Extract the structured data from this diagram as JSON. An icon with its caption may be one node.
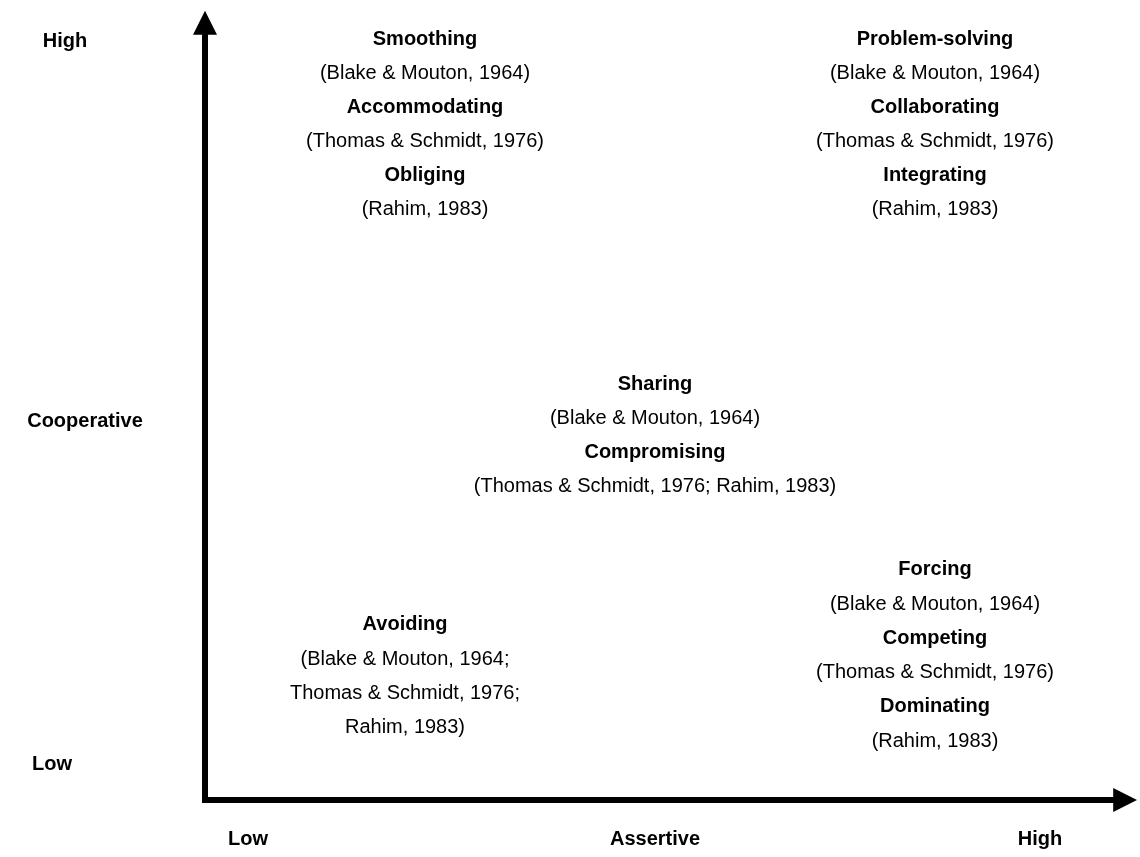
{
  "diagram": {
    "labels": [
      "High",
      "Smoothing",
      "(Blake & Mouton, 1964)",
      "Accommodating",
      "(Thomas & Schmidt, 1976)",
      "Obliging",
      "(Rahim, 1983)",
      "Problem-solving",
      "(Blake & Mouton, 1964)",
      "Collaborating",
      "(Thomas & Schmidt, 1976)",
      "Integrating",
      "(Rahim, 1983)",
      "Sharing",
      "Cooperative",
      "(Blake & Mouton, 1964)",
      "Compromising",
      "(Thomas & Schmidt, 1976; Rahim, 1983)",
      "Forcing",
      "(Blake & Mouton, 1964)",
      "Avoiding",
      "(Blake & Mouton, 1964; Thomas & Schmidt, 1976; Rahim, 1983)",
      "Competing",
      "(Thomas & Schmidt, 1976)",
      "Dominating",
      "(Rahim, 1983)",
      "Low",
      "Low",
      "Assertive",
      "High"
    ]
  }
}
